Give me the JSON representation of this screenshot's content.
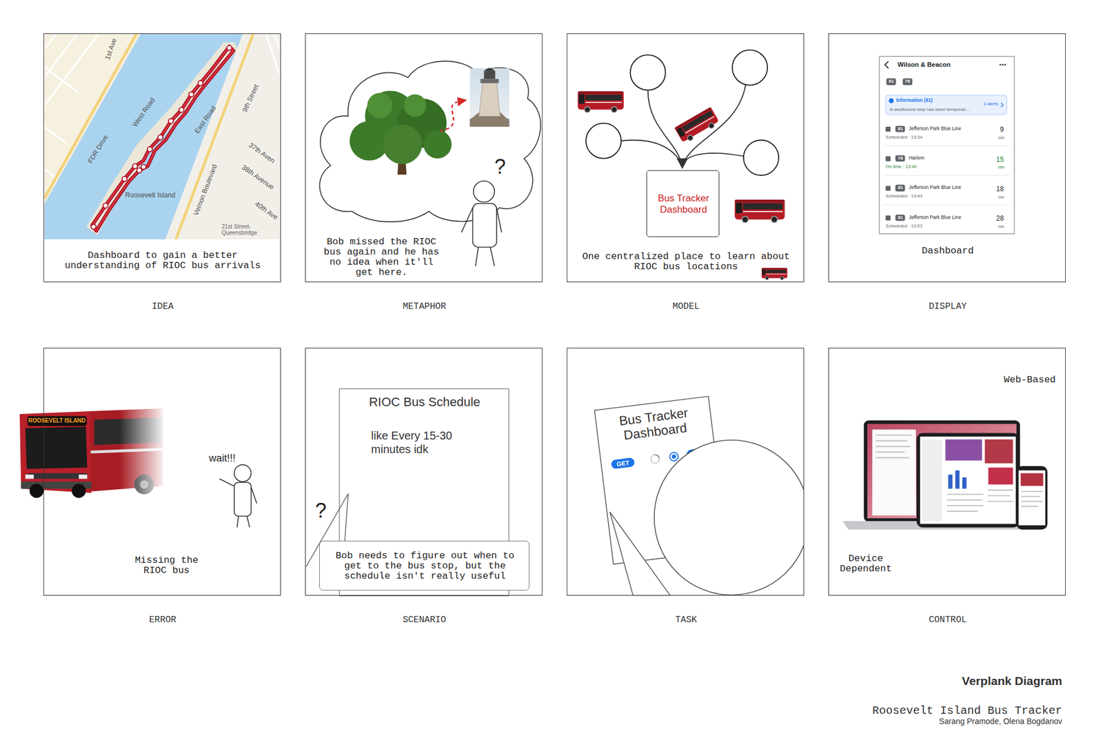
{
  "diagram": {
    "title": "Verplank Diagram",
    "nodes": [
      {
        "text": [
          "Dashboard to gain a better understanding of RIOC bus arrivals",
          "IDEA"
        ]
      },
      {
        "text": [
          "Bob missed the RIOC bus again and he has no idea when it'll get here.",
          "METAPHOR"
        ]
      },
      {
        "text": [
          "One centralized place to learn about RIOC bus locations",
          "MODEL"
        ]
      },
      {
        "text": [
          "Bus Tracker Dashboard"
        ],
        "in": 2
      },
      {
        "text": [
          "Dashboard",
          "DISPLAY"
        ]
      },
      {
        "text": [
          "Missing the RIOC bus",
          "ERROR"
        ]
      },
      {
        "text": [
          "SCENARIO"
        ]
      },
      {
        "text": [
          "RIOC Bus Schedule",
          "like Every 15-30 minutes idk"
        ],
        "in": 6
      },
      {
        "text": [
          "Bob needs to figure out when to get to the bus stop, but the schedule isn't really useful"
        ],
        "in": 6
      },
      {
        "text": [
          "TASK"
        ]
      },
      {
        "text": [
          "Bus Tracker Dashboard",
          "GET"
        ],
        "in": 9
      },
      {
        "text": [
          "Web-Based",
          "Device Dependent",
          "CONTROL"
        ]
      }
    ],
    "labels": [
      "1st Ave",
      "FDR Drive",
      "West Road",
      "East Road",
      "9th Street",
      "37th Aven",
      "38th Avenue",
      "40th Ave",
      "Vernon Boulevard",
      "Roosevelt Island",
      "21st Street- Queensbridge",
      "?",
      "Wilson & Beacon",
      "81",
      "78",
      "Information (81)",
      "3 alerts",
      "A westbound stop has been temporari...",
      "81",
      "Jefferson Park Blue Line",
      "Scheduled · 13:34",
      "9",
      "min",
      "78",
      "Harlem",
      "On time · 13:40",
      "15",
      "min",
      "81",
      "Jefferson Park Blue Line",
      "Scheduled · 13:43",
      "18",
      "min",
      "81",
      "Jefferson Park Blue Line",
      "Scheduled · 13:53",
      "28",
      "min",
      "ROOSEVELT ISLAND",
      "wait!!!",
      "?",
      "Roosevelt Island Bus Tracker",
      "Sarang Pramode, Olena Bogdanov"
    ]
  }
}
